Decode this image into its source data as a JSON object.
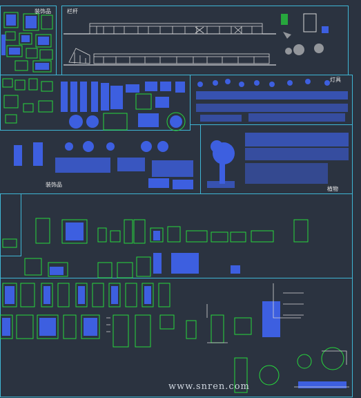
{
  "sections": {
    "decor_top": "装饰品",
    "railing": "栏杆",
    "lamps": "灯具",
    "decor_mid": "装饰品",
    "plants": "植物"
  },
  "watermark": "www.snren.com",
  "colors": {
    "background": "#2b3340",
    "frame": "#3fb7d6",
    "green": "#27d83c",
    "blue": "#3d5fe0",
    "white": "#e8e8e8"
  }
}
